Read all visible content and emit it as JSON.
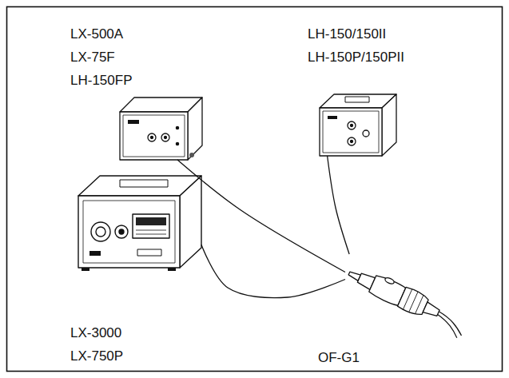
{
  "diagram": {
    "nodes": [
      {
        "text": [
          "LX-500A",
          "LX-75F",
          "LH-150FP"
        ]
      },
      {
        "text": [
          "LH-150/150II",
          "LH-150P/150PII"
        ]
      },
      {
        "text": [
          "LX-3000",
          "LX-750P"
        ]
      },
      {
        "text": [
          "OF-G1"
        ]
      }
    ],
    "edges": [
      {
        "from": 0,
        "to": 3,
        "arrow": "none"
      },
      {
        "from": 1,
        "to": 3,
        "arrow": "none"
      },
      {
        "from": 2,
        "to": 3,
        "arrow": "none"
      }
    ]
  }
}
